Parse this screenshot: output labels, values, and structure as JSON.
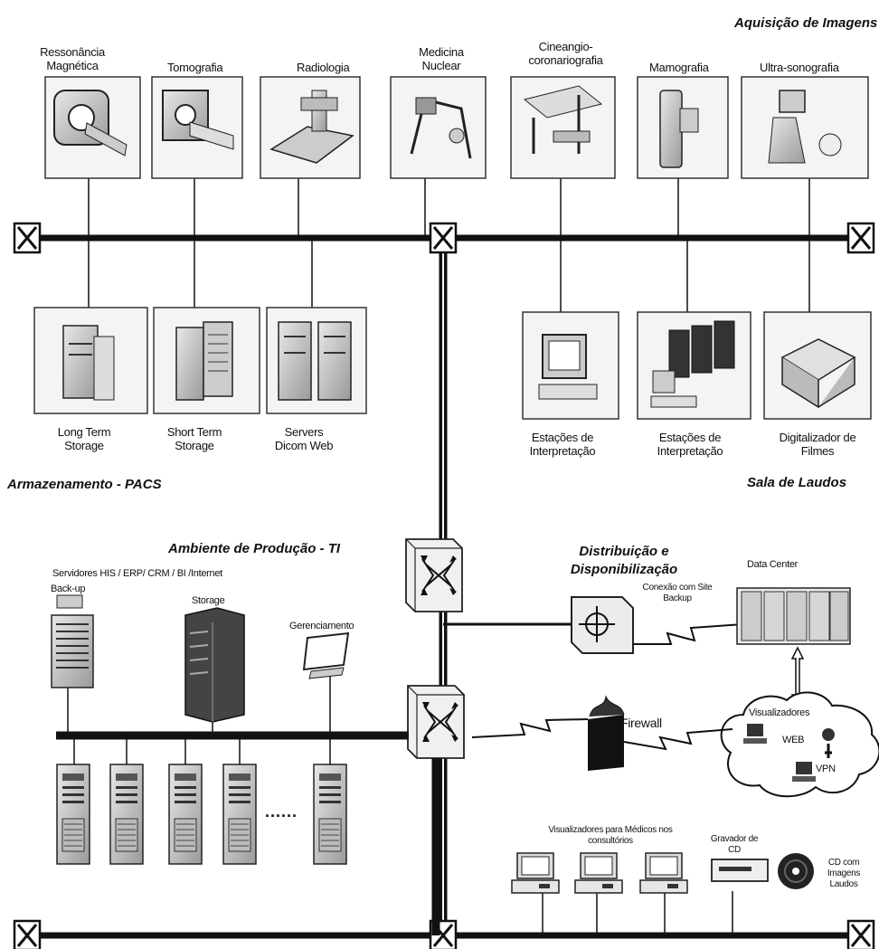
{
  "sections": {
    "aquisicao": "Aquisição de Imagens",
    "armazenamento": "Armazenamento - PACS",
    "sala_laudos": "Sala de Laudos",
    "producao": "Ambiente de Produção - TI",
    "distribuicao": "Distribuição e Disponibilização"
  },
  "modalities": [
    "Ressonância Magnética",
    "Tomografia",
    "Radiologia",
    "Medicina Nuclear",
    "Cineangio-coronariografia",
    "Mamografia",
    "Ultra-sonografia"
  ],
  "storage": [
    "Long Term Storage",
    "Short Term Storage",
    "Servers Dicom Web"
  ],
  "stations": [
    "Estações de Interpretação",
    "Estações de Interpretação",
    "Digitalizador de Filmes"
  ],
  "production": {
    "servers_label": "Servidores HIS / ERP/ CRM / BI /Internet",
    "backup": "Back-up",
    "storage": "Storage",
    "gerenciamento": "Gerenciamento",
    "dots": "......"
  },
  "distribution": {
    "conexao": "Conexão com Site Backup",
    "data_center": "Data Center",
    "firewall": "Firewall",
    "visualizadores": "Visualizadores",
    "web": "WEB",
    "vpn": "VPN",
    "visualizadores_medicos": "Visualizadores para Médicos nos consultórios",
    "gravador": "Gravador de CD",
    "cd_imagens": "CD com Imagens Laudos"
  }
}
